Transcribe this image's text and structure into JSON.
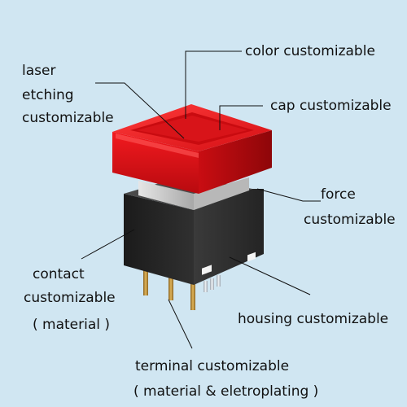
{
  "labels": {
    "color": "color customizable",
    "laser_1": "laser",
    "laser_2": "etching",
    "laser_3": "customizable",
    "cap": "cap customizable",
    "force_1": "force",
    "force_2": "customizable",
    "contact_1": "contact",
    "contact_2": "customizable",
    "contact_3": "( material )",
    "housing": "housing customizable",
    "terminal_1": "terminal customizable",
    "terminal_2": "( material & eletroplating )"
  },
  "colors": {
    "background": "#d0e6f2",
    "cap_red": "#e8141c",
    "housing_black": "#2a2a2a",
    "pin_gold": "#c89a3a"
  }
}
